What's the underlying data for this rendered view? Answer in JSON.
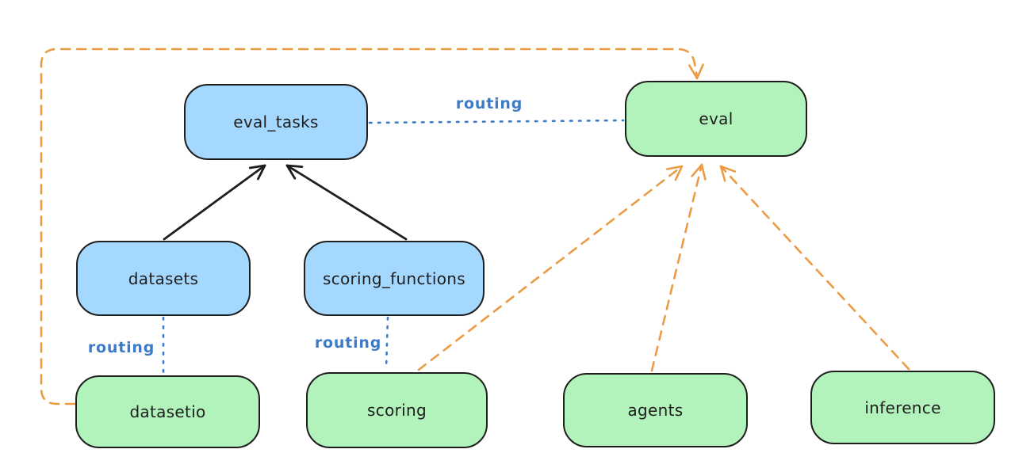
{
  "diagram": {
    "nodes": [
      {
        "id": "eval_tasks",
        "label": "eval_tasks",
        "color": "blue"
      },
      {
        "id": "eval",
        "label": "eval",
        "color": "green"
      },
      {
        "id": "datasets",
        "label": "datasets",
        "color": "blue"
      },
      {
        "id": "scoring_functions",
        "label": "scoring_functions",
        "color": "blue"
      },
      {
        "id": "datasetio",
        "label": "datasetio",
        "color": "green"
      },
      {
        "id": "scoring",
        "label": "scoring",
        "color": "green"
      },
      {
        "id": "agents",
        "label": "agents",
        "color": "green"
      },
      {
        "id": "inference",
        "label": "inference",
        "color": "green"
      }
    ],
    "edges": [
      {
        "from": "datasets",
        "to": "eval_tasks",
        "style": "solid",
        "color": "black",
        "arrow": true,
        "label": ""
      },
      {
        "from": "scoring_functions",
        "to": "eval_tasks",
        "style": "solid",
        "color": "black",
        "arrow": true,
        "label": ""
      },
      {
        "from": "eval_tasks",
        "to": "eval",
        "style": "dotted",
        "color": "blue",
        "arrow": false,
        "label": "routing"
      },
      {
        "from": "datasets",
        "to": "datasetio",
        "style": "dotted",
        "color": "blue",
        "arrow": false,
        "label": "routing"
      },
      {
        "from": "scoring_functions",
        "to": "scoring",
        "style": "dotted",
        "color": "blue",
        "arrow": false,
        "label": "routing"
      },
      {
        "from": "datasetio",
        "to": "eval",
        "style": "dashed",
        "color": "orange",
        "arrow": true,
        "label": ""
      },
      {
        "from": "scoring",
        "to": "eval",
        "style": "dashed",
        "color": "orange",
        "arrow": true,
        "label": ""
      },
      {
        "from": "agents",
        "to": "eval",
        "style": "dashed",
        "color": "orange",
        "arrow": true,
        "label": ""
      },
      {
        "from": "inference",
        "to": "eval",
        "style": "dashed",
        "color": "orange",
        "arrow": true,
        "label": ""
      }
    ],
    "colors": {
      "blue_fill": "#a5d8ff",
      "green_fill": "#b2f2bb",
      "stroke": "#1e1e1e",
      "blue_line": "#3d7bc8",
      "orange_line": "#ec9b45",
      "background": "#ffffff"
    }
  }
}
